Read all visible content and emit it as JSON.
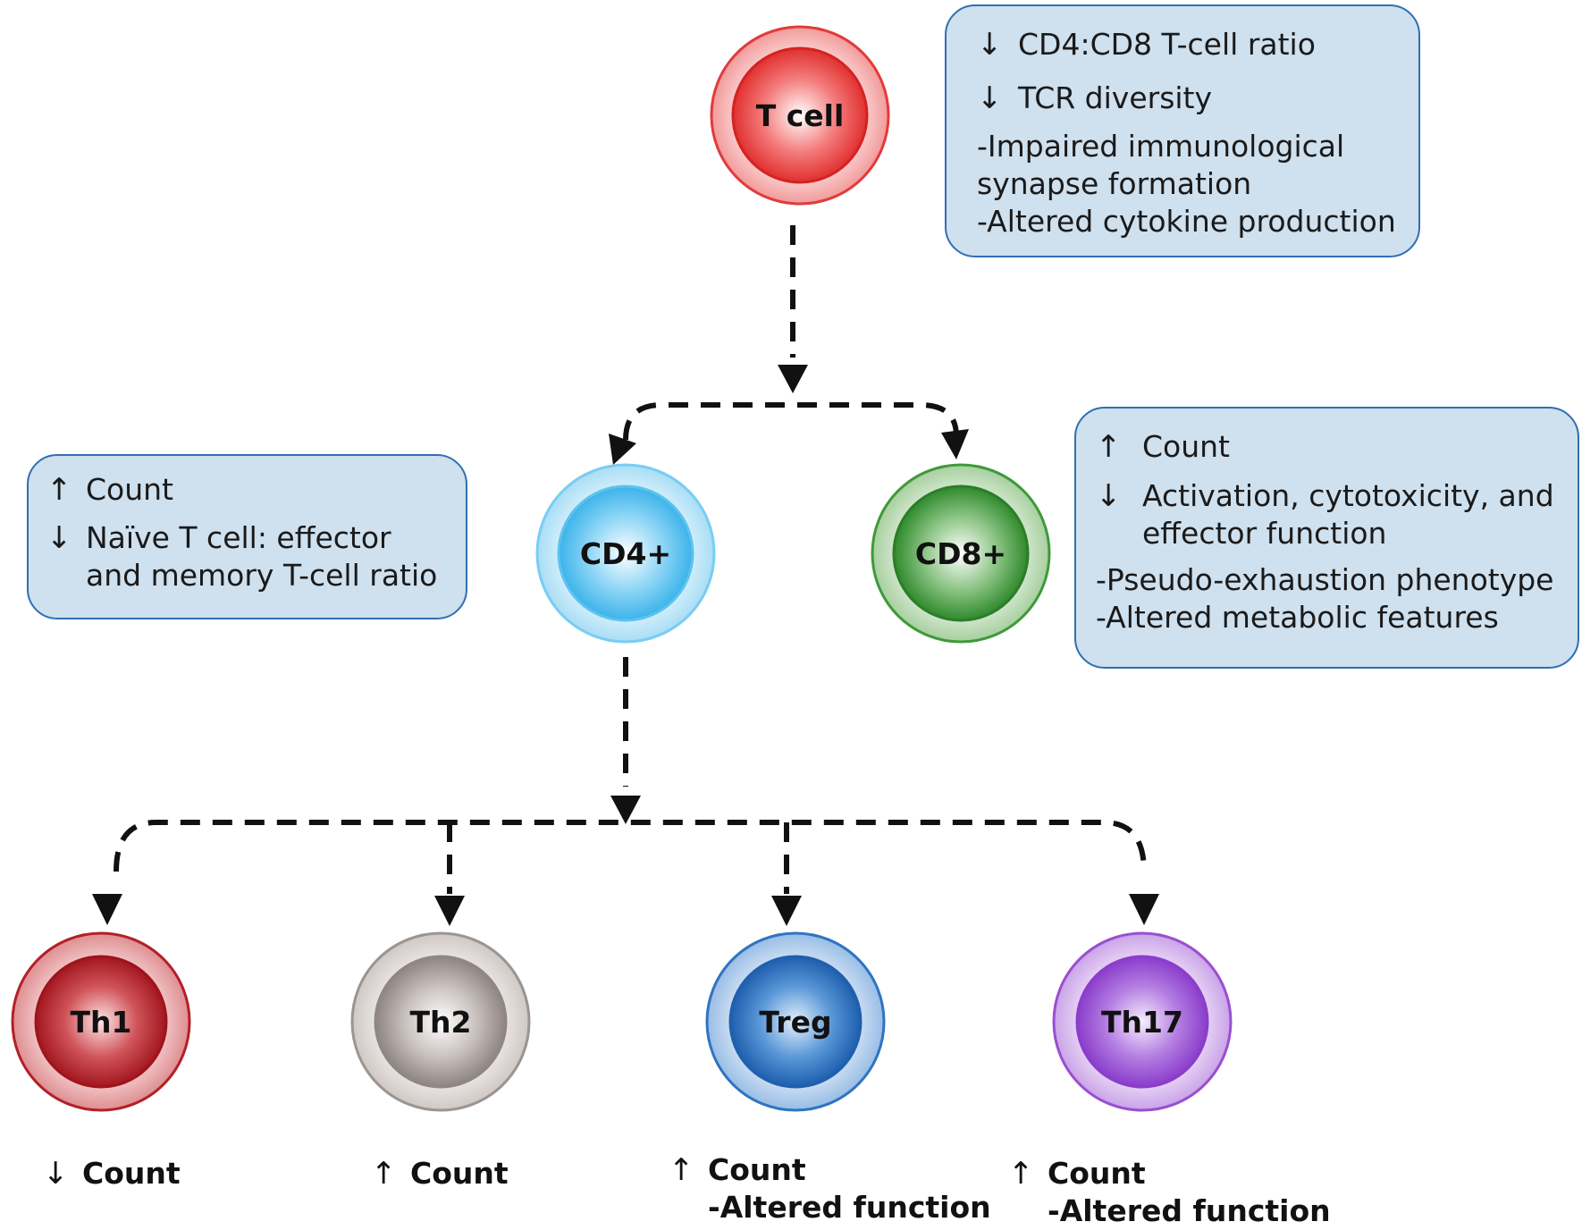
{
  "cells": {
    "tcell": "T cell",
    "cd4": "CD4+",
    "cd8": "CD8+",
    "th1": "Th1",
    "th2": "Th2",
    "treg": "Treg",
    "th17": "Th17"
  },
  "boxes": {
    "tcell_box": {
      "rows": [
        {
          "arrow": "↓",
          "text": "CD4:CD8 T-cell ratio"
        },
        {
          "arrow": "↓",
          "text": "TCR diversity"
        }
      ],
      "lines": [
        "-Impaired immunological",
        "synapse formation",
        "-Altered cytokine production"
      ]
    },
    "cd4_box": {
      "rows": [
        {
          "arrow": "↑",
          "text": "Count"
        },
        {
          "arrow": "↓",
          "text": "Naïve T cell: effector",
          "cont": "and memory T-cell ratio"
        }
      ]
    },
    "cd8_box": {
      "rows": [
        {
          "arrow": "↑",
          "text": "Count"
        },
        {
          "arrow": "↓",
          "text": "Activation, cytotoxicity, and",
          "cont": "effector function"
        }
      ],
      "lines": [
        "-Pseudo-exhaustion phenotype",
        "-Altered metabolic features"
      ]
    }
  },
  "subsets": {
    "th1": {
      "arrow": "↓",
      "text": "Count"
    },
    "th2": {
      "arrow": "↑",
      "text": "Count"
    },
    "treg": {
      "arrow": "↑",
      "text": "Count",
      "extra": "-Altered function"
    },
    "th17": {
      "arrow": "↑",
      "text": "Count",
      "extra": "-Altered function"
    }
  },
  "colors": {
    "tcell": "#e23b3b",
    "cd4": "#5cc3ef",
    "cd8": "#3e9a3a",
    "th1": "#b32028",
    "th2": "#8f8784",
    "treg": "#2f74c0",
    "th17": "#9a4fd0",
    "box_fill": "#cfe0ee",
    "box_border": "#2f6fb3"
  }
}
